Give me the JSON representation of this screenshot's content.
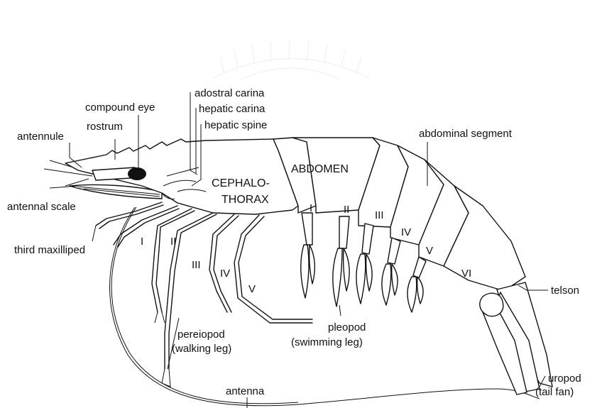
{
  "labels": {
    "compound_eye": "compound eye",
    "rostrum": "rostrum",
    "antennule": "antennule",
    "antennal_scale": "antennal scale",
    "third_maxilliped": "third maxilliped",
    "adostral_carina": "adostral carina",
    "hepatic_carina": "hepatic carina",
    "hepatic_spine": "hepatic spine",
    "cephalothorax_1": "CEPHALO-",
    "cephalothorax_2": "THORAX",
    "abdomen": "ABDOMEN",
    "abdominal_segment": "abdominal segment",
    "telson": "telson",
    "uropod_1": "uropod",
    "uropod_2": "(tail fan)",
    "antenna": "antenna",
    "pereiopod_1": "pereiopod",
    "pereiopod_2": "(walking leg)",
    "pleopod_1": "pleopod",
    "pleopod_2": "(swimming leg)"
  },
  "pereiopod_numerals": [
    "I",
    "II",
    "III",
    "IV",
    "V"
  ],
  "abdominal_numerals": [
    "I",
    "II",
    "III",
    "IV",
    "V",
    "VI"
  ]
}
